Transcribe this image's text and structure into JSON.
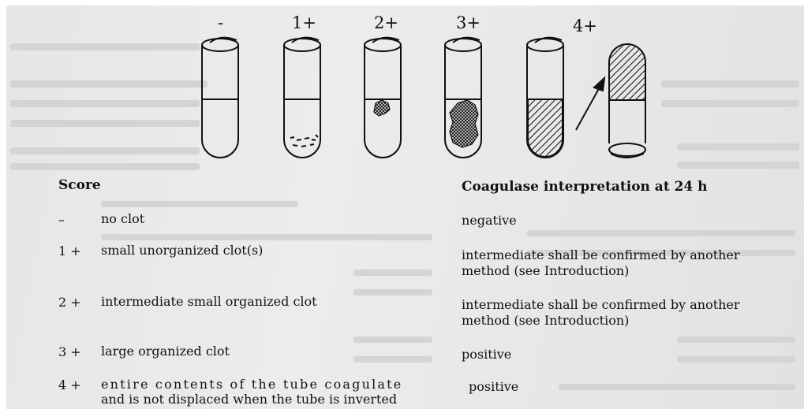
{
  "figure": {
    "score_labels": [
      "-",
      "1+",
      "2+",
      "3+",
      "4+"
    ]
  },
  "table": {
    "header_score": "Score",
    "header_interpretation": "Coagulase interpretation at 24 h",
    "rows": [
      {
        "score": "–",
        "description": "no clot",
        "interpretation": "negative"
      },
      {
        "score": "1 +",
        "description": "small unorganized clot(s)",
        "interpretation_line1": "intermediate shall be confirmed by another",
        "interpretation_line2": "method (see Introduction)"
      },
      {
        "score": "2 +",
        "description": "intermediate small organized clot",
        "interpretation_line1": "intermediate shall be confirmed by another",
        "interpretation_line2": "method (see Introduction)"
      },
      {
        "score": "3 +",
        "description": "large organized clot",
        "interpretation": "positive"
      },
      {
        "score": "4 +",
        "description_line1": "entire contents of the tube coagulate",
        "description_line2": "and is not displaced when the tube is inverted",
        "interpretation": "positive"
      }
    ]
  },
  "colors": {
    "paper": "#e8e8e8",
    "ink": "#111111",
    "bleed_text": "#d2d2d2"
  }
}
